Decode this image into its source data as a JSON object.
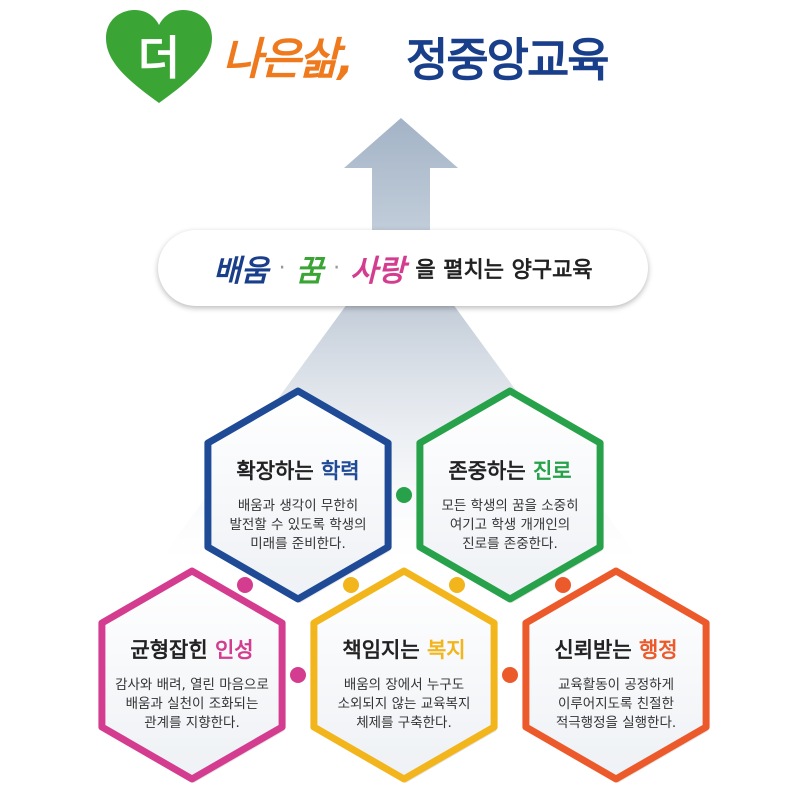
{
  "header": {
    "logo_heart_char": "더",
    "slogan_left": "나은삶,",
    "slogan_right": "정중앙교육"
  },
  "banner": {
    "word1": "배움",
    "word2": "꿈",
    "word3": "사랑",
    "suffix": "을 펼치는 양구교육"
  },
  "hexagons": [
    {
      "title_a": "확장하는 ",
      "title_b": "학력",
      "desc": [
        "배움과 생각이 무한히",
        "발전할 수 있도록 학생의",
        "미래를 준비한다."
      ]
    },
    {
      "title_a": "존중하는 ",
      "title_b": "진로",
      "desc": [
        "모든 학생의 꿈을 소중히",
        "여기고 학생 개개인의",
        "진로를 존중한다."
      ]
    },
    {
      "title_a": "균형잡힌 ",
      "title_b": "인성",
      "desc": [
        "감사와 배려, 열린 마음으로",
        "배움과 실천이 조화되는",
        "관계를 지향한다."
      ]
    },
    {
      "title_a": "책임지는 ",
      "title_b": "복지",
      "desc": [
        "배움의 장에서 누구도",
        "소외되지 않는 교육복지",
        "체제를 구축한다."
      ]
    },
    {
      "title_a": "신뢰받는 ",
      "title_b": "행정",
      "desc": [
        "교육활동이 공정하게",
        "이루어지도록 친절한",
        "적극행정을 실행한다."
      ]
    }
  ],
  "colors": {
    "heart_green": "#3aa535",
    "slogan_orange": "#ef7a1e",
    "navy": "#1a3f8a",
    "hex_blue": "#1f4a96",
    "hex_green": "#27a24a",
    "hex_pink": "#d43d8f",
    "hex_yellow": "#f2b51c",
    "hex_orange": "#ec5a2c",
    "arrow_gray": "#a9b7c8"
  }
}
